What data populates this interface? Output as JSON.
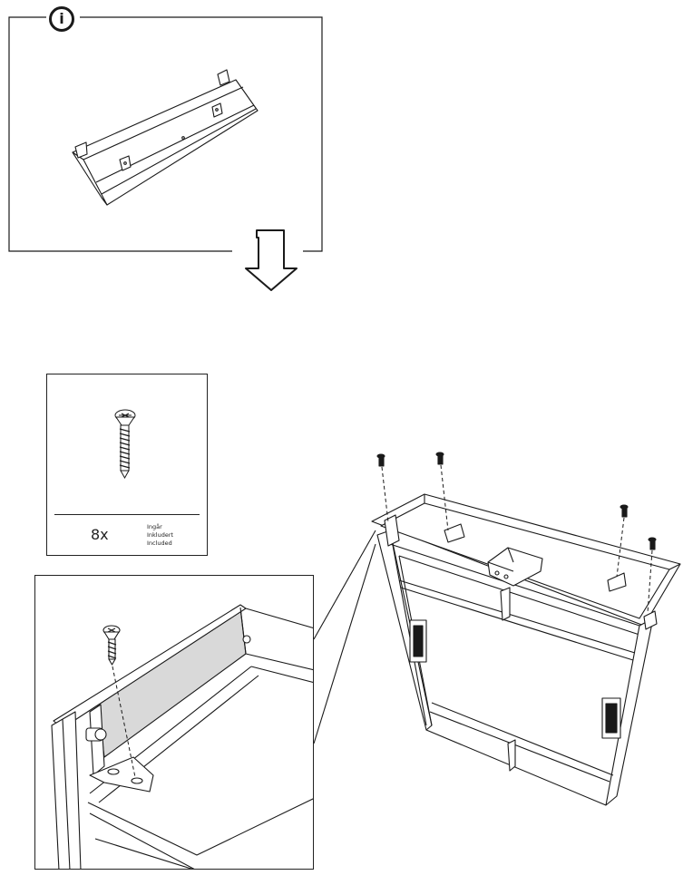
{
  "info_panel": {
    "icon": "info-icon",
    "icon_glyph": "i"
  },
  "arrow": {
    "icon": "step-arrow-down-icon"
  },
  "parts": {
    "quantity": "8x",
    "included_labels": [
      "Ingår",
      "Inkludert",
      "Included"
    ],
    "item_icon": "screw-icon"
  },
  "colors": {
    "line": "#1a1a1a",
    "panel_shade": "#d9d9d9",
    "background": "#ffffff"
  }
}
